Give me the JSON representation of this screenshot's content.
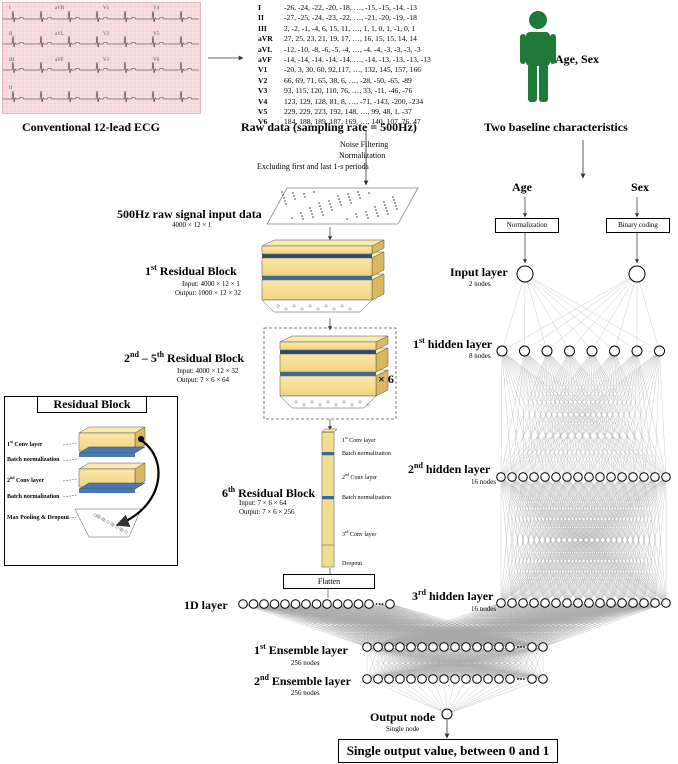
{
  "ecg": {
    "caption": "Conventional 12-lead ECG",
    "lead_labels": [
      "I",
      "aVR",
      "V1",
      "V4",
      "II",
      "aVL",
      "V2",
      "V5",
      "III",
      "aVF",
      "V3",
      "V6",
      "II"
    ]
  },
  "raw": {
    "caption": "Raw data (sampling rate = 500Hz)",
    "rows": [
      {
        "lead": "I",
        "values": "-26, -24, -22, -20, -18, …, -15, -15, -14, -13"
      },
      {
        "lead": "II",
        "values": "-27, -25, -24, -23, -22, …, -21, -20, -19, -18"
      },
      {
        "lead": "III",
        "values": "2, -2, -1, -4, 6, 15, 11, …, 1, 1, 0, 1, -1, 0, 1"
      },
      {
        "lead": "aVR",
        "values": "27, 25, 23, 21, 19, 17, …, 16, 15, 15, 14, 14"
      },
      {
        "lead": "aVL",
        "values": "-12, -10, -8, -6, -5, -4, …, -4, -4, -3, -3, -3, -3"
      },
      {
        "lead": "aVF",
        "values": "-14, -14, -14, -14, -14, …, -14, -13, -13, -13, -13"
      },
      {
        "lead": "V1",
        "values": "-20, 3, 30, 60, 92,117, …, 132, 145, 157, 166"
      },
      {
        "lead": "V2",
        "values": "66, 69, 71, 65, 38, 6, …, -28, -50, -65, -89"
      },
      {
        "lead": "V3",
        "values": "93, 115, 120, 110, 76, …, 33, -11, -46, -76"
      },
      {
        "lead": "V4",
        "values": "123, 129, 128, 81, 8, …, -71, -143, -200, -234"
      },
      {
        "lead": "V5",
        "values": "229, 229, 223, 192, 148, …, 99, 48, 1, -37"
      },
      {
        "lead": "V6",
        "values": "184, 188, 189, 187, 169, …, 140, 107, 76, 47"
      }
    ],
    "preprocessing": [
      "Noise Filtering",
      "Normalization",
      "Excluding first and last 1-s periods"
    ]
  },
  "baseline": {
    "person_label": "Age, Sex",
    "caption": "Two baseline characteristics",
    "age_label": "Age",
    "sex_label": "Sex",
    "age_process": "Normalization",
    "sex_process": "Binary coding"
  },
  "cnn": {
    "input_title": "500Hz raw signal input data",
    "input_dims": "4000 × 12 × 1",
    "block1_title": "Residual Block",
    "block1_ord": "st",
    "block1_num": "1",
    "block1_input": "Input: 4000 × 12 × 1",
    "block1_output": "Output: 1000 × 12 × 32",
    "block2_num_a": "2",
    "block2_ord_a": "nd",
    "block2_dash": " – 5",
    "block2_ord_b": "th",
    "block2_title": "Residual Block",
    "block2_input": "Input: 4000 × 12 × 32",
    "block2_output": "Output: 7 × 6 × 64",
    "repeat": "× 6",
    "block6_num": "6",
    "block6_ord": "th",
    "block6_title": "Residual Block",
    "block6_input": "Input: 7 × 6 × 64",
    "block6_output": "Output: 7 × 6 × 256",
    "conv1": "Conv layer",
    "conv1_num": "1",
    "conv1_ord": "st",
    "bn1": "Batch normalization",
    "conv2": "Conv layer",
    "conv2_num": "2",
    "conv2_ord": "nd",
    "bn2": "Batch normalization",
    "conv3": "Conv layer",
    "conv3_num": "3",
    "conv3_ord": "rd",
    "dropout": "Dropout",
    "flatten": "Flatten",
    "layer1d": "1D layer"
  },
  "residual_legend": {
    "title": "Residual Block",
    "conv1_num": "1",
    "conv1_ord": "st",
    "conv1": "Conv layer",
    "bn1": "Batch normalization",
    "conv2_num": "2",
    "conv2_ord": "nd",
    "conv2": "Conv layer",
    "bn2": "Batch normalization",
    "pool": "Max Pooling & Dropout"
  },
  "mlp": {
    "input_title": "Input layer",
    "input_nodes": "2 nodes",
    "h1_num": "1",
    "h1_ord": "st",
    "h1_title": "hidden layer",
    "h1_nodes": "8 nodes",
    "h2_num": "2",
    "h2_ord": "nd",
    "h2_title": "hidden layer",
    "h2_nodes": "16 nodes",
    "h3_num": "3",
    "h3_ord": "rd",
    "h3_title": "hidden layer",
    "h3_nodes": "16 nodes"
  },
  "ensemble": {
    "e1_num": "1",
    "e1_ord": "st",
    "e1_title": "Ensemble layer",
    "e1_nodes": "256 nodes",
    "e2_num": "2",
    "e2_ord": "nd",
    "e2_title": "Ensemble layer",
    "e2_nodes": "256 nodes",
    "out_title": "Output node",
    "out_nodes": "Single node",
    "final": "Single output value, between 0 and 1"
  }
}
